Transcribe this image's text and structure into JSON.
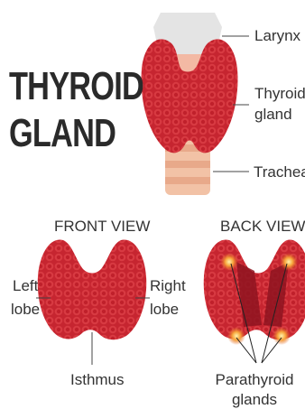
{
  "title": {
    "line1": "THYROID",
    "line2": "GLAND"
  },
  "main_labels": {
    "larynx": "Larynx",
    "thyroid_line1": "Thyroid",
    "thyroid_line2": "gland",
    "trachea": "Trachea"
  },
  "front_view": {
    "heading": "FRONT VIEW",
    "left_line1": "Left",
    "left_line2": "lobe",
    "right_line1": "Right",
    "right_line2": "lobe",
    "isthmus": "Isthmus"
  },
  "back_view": {
    "heading": "BACK VIEW",
    "parathyroid_line1": "Parathyroid",
    "parathyroid_line2": "glands"
  },
  "colors": {
    "gland": "#c4222c",
    "gland_dark": "#8e1420",
    "trachea": "#f2c2a6",
    "larynx": "#e6e6e6",
    "parathyroid": "#f6a33a"
  }
}
